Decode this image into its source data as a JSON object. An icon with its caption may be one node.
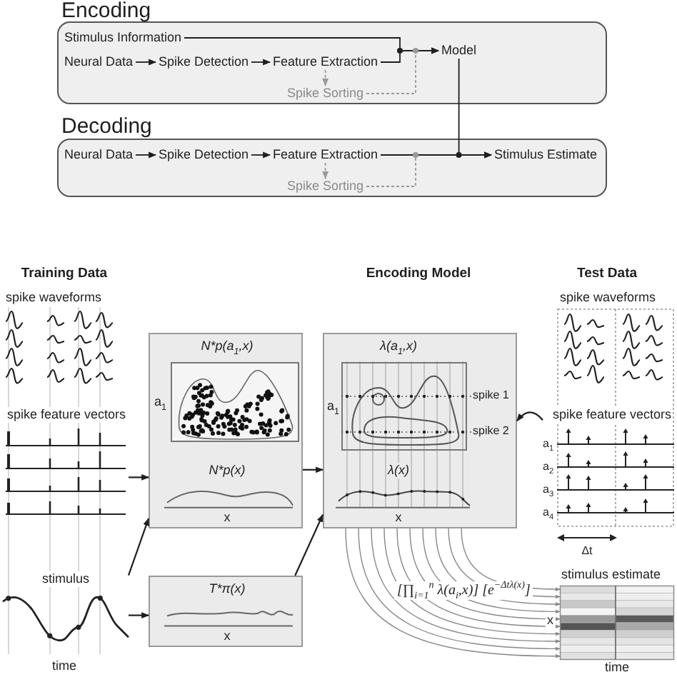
{
  "diagram": {
    "nodes": [
      {
        "text": [
          "Encoding"
        ]
      },
      {
        "text": [
          "Stimulus Information"
        ],
        "in": 0
      },
      {
        "text": [
          "Neural Data"
        ],
        "in": 0
      },
      {
        "text": [
          "Spike Detection"
        ],
        "in": 0
      },
      {
        "text": [
          "Feature Extraction"
        ],
        "in": 0
      },
      {
        "text": [
          "Spike Sorting"
        ],
        "in": 0
      },
      {
        "text": [
          "Model"
        ],
        "in": 0
      },
      {
        "text": [
          "Decoding"
        ]
      },
      {
        "text": [
          "Neural Data"
        ],
        "in": 7
      },
      {
        "text": [
          "Spike Detection"
        ],
        "in": 7
      },
      {
        "text": [
          "Feature Extraction"
        ],
        "in": 7
      },
      {
        "text": [
          "Spike Sorting"
        ],
        "in": 7
      },
      {
        "text": [
          "Stimulus Estimate"
        ],
        "in": 7
      },
      {
        "text": [
          "spike feature vectors"
        ]
      },
      {
        "text": [
          "stimulus"
        ]
      },
      {
        "text": [
          "N*p(a$_{1}$,x)",
          "a$_{1}$",
          "N*p(x)",
          "x"
        ]
      },
      {
        "text": [
          "T*π(x)",
          "x"
        ]
      },
      {
        "text": [
          "λ(a$_{1}$,x)",
          "a$_{1}$",
          "spike 1",
          "spike 2",
          "λ(x)",
          "x"
        ]
      },
      {
        "text": [
          "spike feature vectors",
          "a$_{1}$",
          "a$_{2}$",
          "a$_{3}$",
          "a$_{4}$",
          "Δt"
        ]
      },
      {
        "text": [
          "stimulus estimate",
          "x",
          "time"
        ]
      }
    ],
    "edges": [
      {
        "from": 2,
        "to": 3,
        "arrow": "to"
      },
      {
        "from": 3,
        "to": 4,
        "arrow": "to"
      },
      {
        "from": 4,
        "to": 5,
        "arrow": "to",
        "style": "dashed",
        "color": "#999999"
      },
      {
        "from": 1,
        "to": 6,
        "arrow": "to"
      },
      {
        "from": 4,
        "to": 6,
        "arrow": "to"
      },
      {
        "from": 5,
        "to": 6,
        "arrow": "to",
        "style": "dashed",
        "color": "#999999"
      },
      {
        "from": 8,
        "to": 9,
        "arrow": "to"
      },
      {
        "from": 9,
        "to": 10,
        "arrow": "to"
      },
      {
        "from": 10,
        "to": 11,
        "arrow": "to",
        "style": "dashed",
        "color": "#999999"
      },
      {
        "from": 10,
        "to": 12,
        "arrow": "to"
      },
      {
        "from": 11,
        "to": 12,
        "arrow": "to",
        "style": "dashed",
        "color": "#999999"
      },
      {
        "from": 6,
        "to": 12,
        "arrow": "to"
      },
      {
        "from": 13,
        "to": 15,
        "arrow": "to"
      },
      {
        "from": 14,
        "to": 15,
        "arrow": "to"
      },
      {
        "from": 14,
        "to": 16,
        "arrow": "to"
      },
      {
        "from": 16,
        "to": 17,
        "arrow": "to"
      },
      {
        "from": 15,
        "to": 17,
        "arrow": "to"
      },
      {
        "from": 18,
        "to": 17,
        "arrow": "to"
      },
      {
        "from": 17,
        "to": 19,
        "arrow": "to",
        "color": "#888888"
      },
      {
        "from": 17,
        "to": 19,
        "arrow": "to",
        "color": "#888888"
      },
      {
        "from": 17,
        "to": 19,
        "arrow": "to",
        "color": "#888888"
      },
      {
        "from": 17,
        "to": 19,
        "arrow": "to",
        "color": "#888888"
      },
      {
        "from": 17,
        "to": 19,
        "arrow": "to",
        "color": "#888888",
        "label": "[∏$_{i=1}$$^{n}$ λ(a$_{i}$,x)] [e$^{−Δtλ(x)}$]"
      },
      {
        "from": 17,
        "to": 19,
        "arrow": "to",
        "color": "#888888"
      },
      {
        "from": 17,
        "to": 19,
        "arrow": "to",
        "color": "#888888"
      },
      {
        "from": 17,
        "to": 19,
        "arrow": "to",
        "color": "#888888"
      },
      {
        "from": 17,
        "to": 19,
        "arrow": "to",
        "color": "#888888"
      },
      {
        "from": 17,
        "to": 19,
        "arrow": "to",
        "color": "#888888"
      }
    ],
    "labels": [
      "Training Data",
      "Encoding Model",
      "Test Data",
      "spike waveforms",
      "spike waveforms",
      "time"
    ]
  }
}
